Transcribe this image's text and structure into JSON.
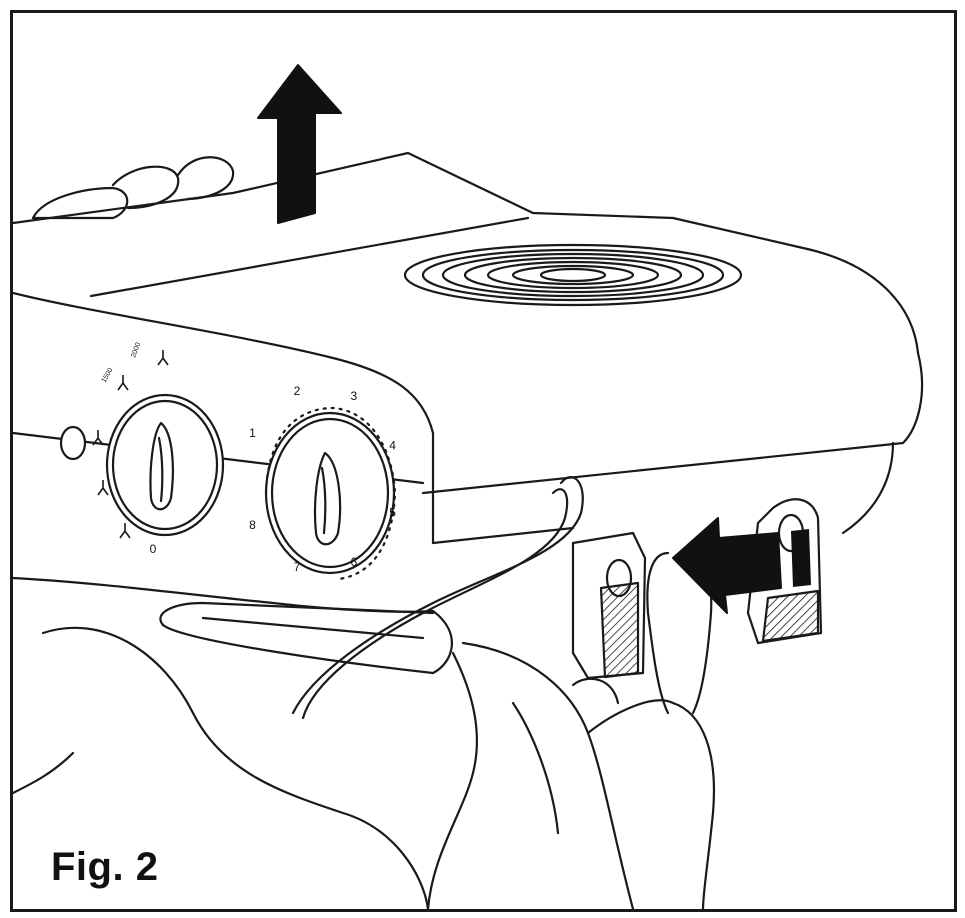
{
  "figure": {
    "caption": "Fig. 2"
  },
  "mode_dial": {
    "off_label": "0",
    "marks": [
      "1500",
      "2000"
    ]
  },
  "thermostat_dial": {
    "scale": [
      "1",
      "2",
      "3",
      "4",
      "5",
      "6",
      "7",
      "8"
    ]
  },
  "colors": {
    "line": "#1a1a1a",
    "background": "#ffffff",
    "arrow_fill": "#111111"
  }
}
